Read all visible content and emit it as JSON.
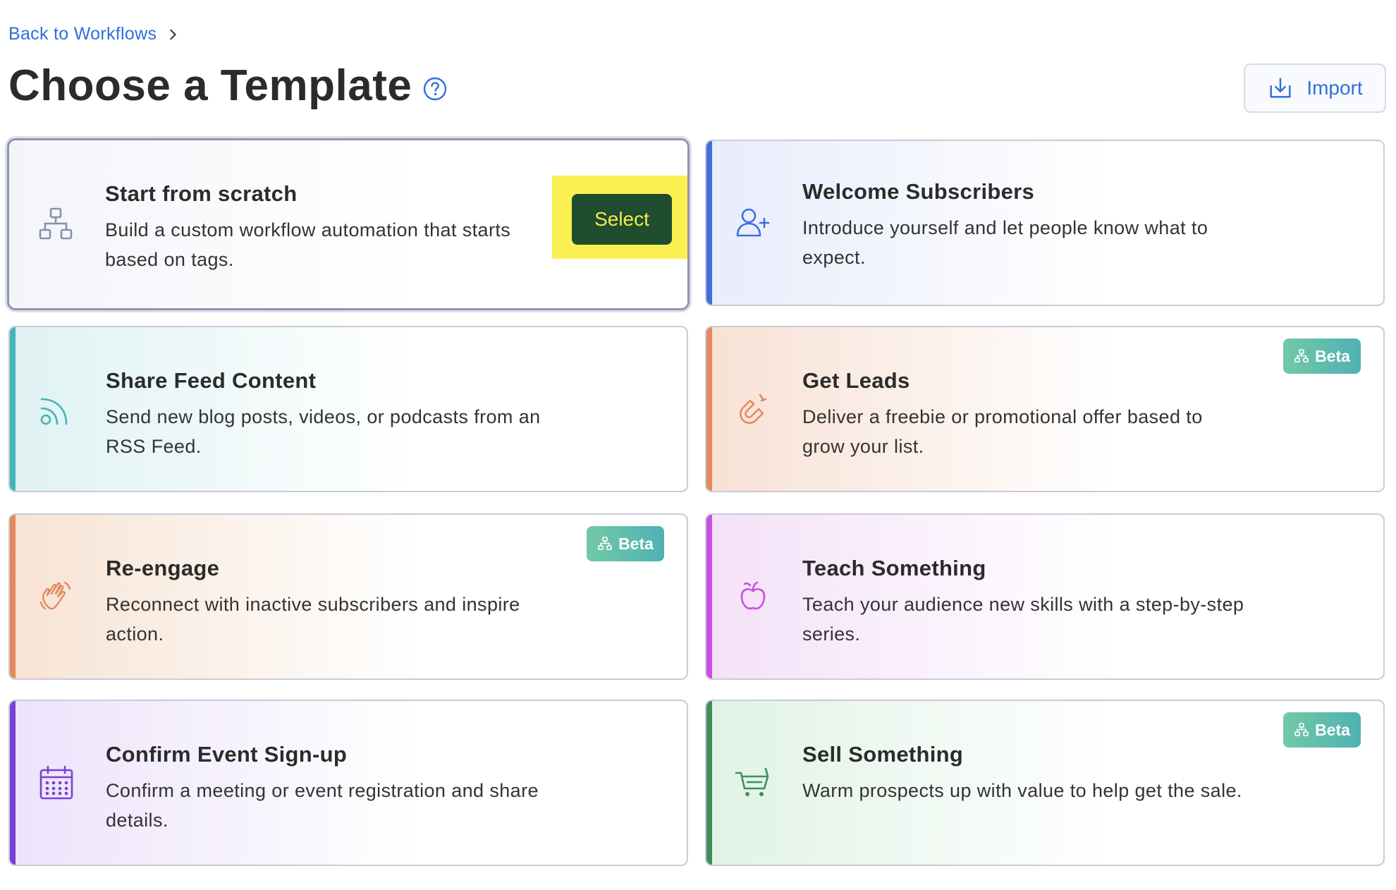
{
  "breadcrumb": {
    "back_label": "Back to Workflows"
  },
  "header": {
    "title": "Choose a Template",
    "import_label": "Import"
  },
  "select_label": "Select",
  "beta_label": "Beta",
  "cards": [
    {
      "title": "Start from scratch",
      "desc": "Build a custom workflow automation that starts based on tags.",
      "icon": "workflow-icon",
      "accent": "#8f95ad"
    },
    {
      "title": "Welcome Subscribers",
      "desc": "Introduce yourself and let people know what to expect.",
      "icon": "add-user-icon",
      "accent": "#3d6fe0"
    },
    {
      "title": "Share Feed Content",
      "desc": "Send new blog posts, videos, or podcasts from an RSS Feed.",
      "icon": "rss-icon",
      "accent": "#43b5b8"
    },
    {
      "title": "Get Leads",
      "desc": "Deliver a freebie or promotional offer based to grow your list.",
      "icon": "magnet-icon",
      "accent": "#e38a5e",
      "beta": true
    },
    {
      "title": "Re-engage",
      "desc": "Reconnect with inactive subscribers and inspire action.",
      "icon": "waving-hand-icon",
      "accent": "#e38a5e",
      "beta": true
    },
    {
      "title": "Teach Something",
      "desc": "Teach your audience new skills with a step-by-step series.",
      "icon": "apple-icon",
      "accent": "#c84fe0"
    },
    {
      "title": "Confirm Event Sign-up",
      "desc": "Confirm a meeting or event registration and share details.",
      "icon": "calendar-icon",
      "accent": "#7a3fd6"
    },
    {
      "title": "Sell Something",
      "desc": "Warm prospects up with value to help get the sale.",
      "icon": "shopping-cart-icon",
      "accent": "#3f8f5a",
      "beta": true
    }
  ]
}
